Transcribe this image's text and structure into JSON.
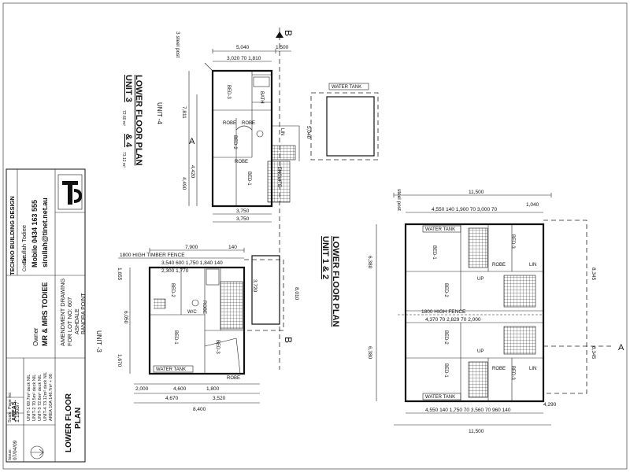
{
  "title_block": {
    "company": "TECHNO BUILDING DESIGN",
    "contact_label": "Contact",
    "contact_name": "Sirullah Todiee",
    "mobile": "Mobile 0434 163 555",
    "email": "sirullah@tinet.net.au",
    "owner_label": "Owner",
    "owner_name": "MR & MRS TODIEE",
    "drawing_line1": "AMENDMENT DRAWING",
    "drawing_line2": "FOR LOT NO: 607",
    "drawing_line3": "ASHDALE",
    "drawing_line4": "BANORA POINT",
    "areas_label": "AREAS.",
    "areas": [
      "UNIT-1      69.7m²    deck NIL",
      "UNIT-2      70.5m²    deck NIL",
      "UNIT-3      72.6m²    deck NIL",
      "UNIT-4      73.12m²   deck NIL",
      "AREA 10A    146.7m²  +  00"
    ],
    "sheet_title_1": "LOWER FLOOR",
    "sheet_title_2": "PLAN",
    "issue_label": "Issue:",
    "issue": "07/04/09",
    "scale_label": "Scale",
    "scale": "1:150",
    "page_label": "Page no:",
    "page": "3/7"
  },
  "plans": {
    "unit34_title": "LOWER FLOOR PLAN",
    "unit34_sub1": "UNIT 3",
    "unit34_sub1_area": "72.60 m²",
    "unit34_sub2": "& 4",
    "unit34_sub2_area": "73.12 m²",
    "unit4_label": "UNIT -4",
    "unit3_label": "UNIT -3",
    "unit12_title": "LOWER FLOOR PLAN",
    "unit12_sub": "UNIT 1 & 2",
    "section_b": "B",
    "section_a": "A",
    "water_tank": "WATER TANK",
    "high_fence": "1800 HIGH TIMBER FENCE",
    "high_fence_2": "1800 HIGH FENCE",
    "steel_post": "3 steel post",
    "steel_post_2": "steel post"
  },
  "rooms": {
    "bed1": "BED-1",
    "bed2": "BED-2",
    "bed3": "BED-3",
    "robe": "ROBE",
    "ensuite": "ENSUITE",
    "linen": "LIN",
    "bath": "BATH",
    "wc": "W/C",
    "up": "UP"
  },
  "dims": {
    "u4_top": "5,040",
    "u4_right": "1,500",
    "u4_row": "3,020    70    1,810",
    "u4_left1": "7,811",
    "u4_left2": "4,490",
    "u4_left3": "4,420",
    "u4_bottom1": "3,750",
    "u4_bottom2": "3,750",
    "u4_r1": "5,040",
    "u3_top": "7,900",
    "u3_top2": "140",
    "u3_row": "3,540   600   1,750   1,840   140",
    "u3_row2": "2,300   1,770",
    "u3_left1": "6,050",
    "u3_left2": "1,655",
    "u3_left3": "1,670",
    "u3_mid": "3,720",
    "u3_right": "8,010",
    "u3_b1": "2,000",
    "u3_b2": "4,600",
    "u3_b3": "1,800",
    "u3_b4": "4,670",
    "u3_b5": "3,520",
    "u3_b6": "8,400",
    "u12_top": "11,500",
    "u12_row": "4,550   140   1,900   70   3,000   70",
    "u12_row_end": "1,040",
    "u12_left1": "6,380",
    "u12_left2": "6,380",
    "u12_right1": "8,345",
    "u12_right2": "8,345",
    "u12_bottom": "11,500",
    "u12_brow": "4,550   140   1,750   70   3,560   70   960   140",
    "u12_bend": "4,290",
    "u12_mid": "4,370   70   2,829   70   2,000"
  }
}
